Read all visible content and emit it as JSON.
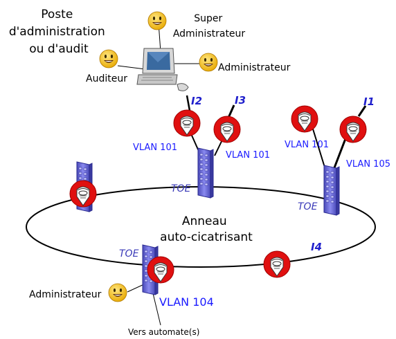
{
  "station": {
    "title_lines": [
      "Poste",
      "d'administration",
      "ou d'audit"
    ]
  },
  "roles": {
    "super_admin_lines": [
      "Super",
      "Administrateur"
    ],
    "auditor": "Auditeur",
    "admin": "Administrateur",
    "admin_bottom": "Administrateur"
  },
  "interfaces": {
    "i1": "I1",
    "i2": "I2",
    "i3": "I3",
    "i4": "I4"
  },
  "vlans": {
    "left_a": "VLAN 101",
    "left_b": "VLAN 101",
    "right_a": "VLAN 101",
    "right_b": "VLAN 105",
    "bottom": "VLAN 104"
  },
  "toe": {
    "top": "TOE",
    "right": "TOE",
    "bottom": "TOE"
  },
  "ring": {
    "label_lines": [
      "Anneau",
      "auto-cicatrisant"
    ]
  },
  "footer": {
    "automate": "Vers automate(s)"
  },
  "colors": {
    "switch": "#6a6ad8",
    "marker": "#e01010",
    "smiley": "#f4c430"
  }
}
